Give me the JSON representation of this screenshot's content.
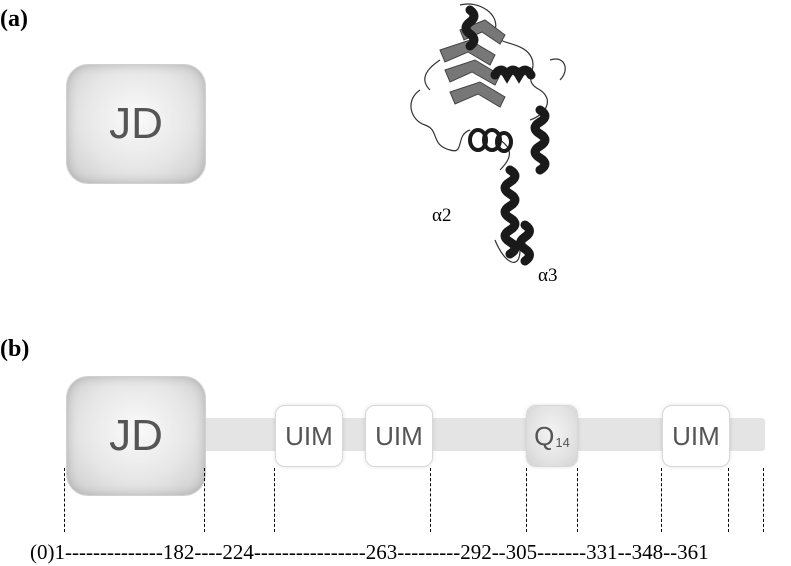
{
  "panel_a": {
    "label": "(a)",
    "jd_label": "JD",
    "helix_labels": [
      "α2",
      "α3"
    ]
  },
  "panel_b": {
    "label": "(b)",
    "jd_label": "JD",
    "domains": [
      {
        "name": "UIM"
      },
      {
        "name": "UIM"
      },
      {
        "name": "Q",
        "subscript": "14"
      },
      {
        "name": "UIM"
      }
    ],
    "positions": [
      "(0)1",
      "182",
      "224",
      "263",
      "292",
      "305",
      "331",
      "348",
      "361"
    ],
    "axis_text": "(0)1--------------182----224----------------263---------292--305-------331--348--361"
  }
}
